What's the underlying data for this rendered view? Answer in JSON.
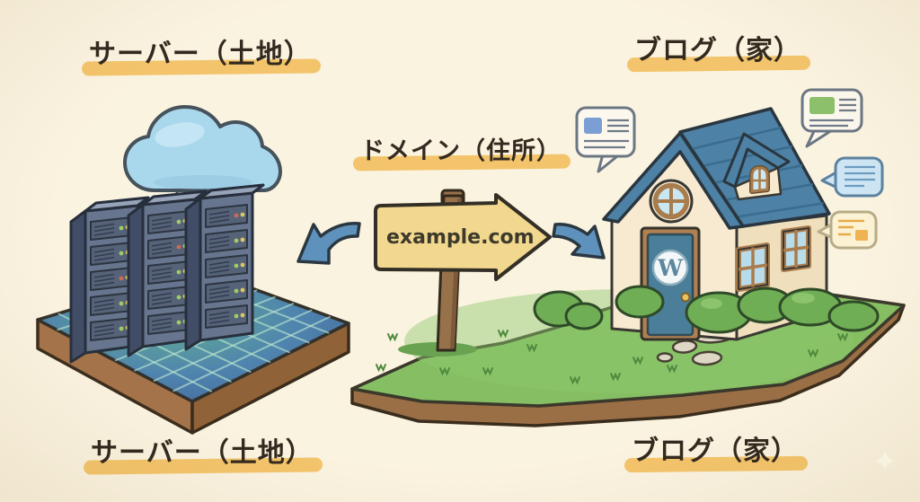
{
  "labels": {
    "server_top": "サーバー（土地）",
    "blog_top": "ブログ（家）",
    "domain": "ドメイン（住所）",
    "sign": "example.com",
    "server_bottom": "サーバー（土地）",
    "blog_bottom": "ブログ（家）"
  },
  "logo": {
    "letter": "W"
  },
  "icons": {
    "cloud-icon": "cloud over servers",
    "server-rack-icon": "three server cabinets with LED lights",
    "land-grid-icon": "blue grid land plot",
    "signpost-icon": "yellow arrow sign on wooden post",
    "arrow-left-icon": "blue curved arrow to servers",
    "arrow-right-icon": "blue curved arrow to house",
    "house-icon": "house with blue roof",
    "wordpress-logo-icon": "W in white circle on door",
    "speech-bubble-icon": "four comment bubbles",
    "sparkle-icon": "four point star"
  },
  "colors": {
    "background": "#faf3e0",
    "highlight_yellow": "#f3c46b",
    "text_dark": "#33291e",
    "sign_yellow": "#f2d88e",
    "arrow_blue": "#5e92bc",
    "cloud_blue": "#a9d7ec",
    "rack_front": "#67758f",
    "platform_blue": "#4f84ae",
    "grid_line": "#b9e6cf",
    "dirt_brown": "#9b6f46",
    "grass_green": "#86bf63",
    "roof_blue": "#4d81a5",
    "wall_cream": "#f7ead0",
    "door_teal": "#4b7e98",
    "led_green": "#9fcc66",
    "led_yellow": "#d9c863",
    "led_red": "#cc6a57"
  }
}
